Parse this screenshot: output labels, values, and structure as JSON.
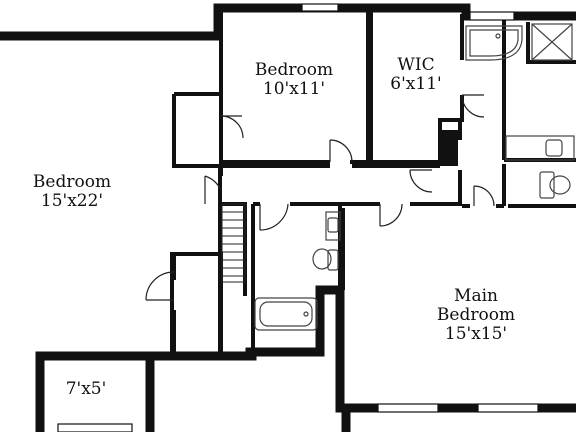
{
  "rooms": {
    "bedroom_left": {
      "name": "Bedroom",
      "dims": "15'x22'"
    },
    "bedroom_top": {
      "name": "Bedroom",
      "dims": "10'x11'"
    },
    "wic": {
      "name": "WIC",
      "dims": "6'x11'"
    },
    "main_bedroom": {
      "name_line1": "Main",
      "name_line2": "Bedroom",
      "dims": "15'x15'"
    },
    "closet_small": {
      "dims": "7'x5'"
    }
  },
  "colors": {
    "wall": "#111111",
    "fixture": "#444444",
    "background": "#ffffff"
  }
}
